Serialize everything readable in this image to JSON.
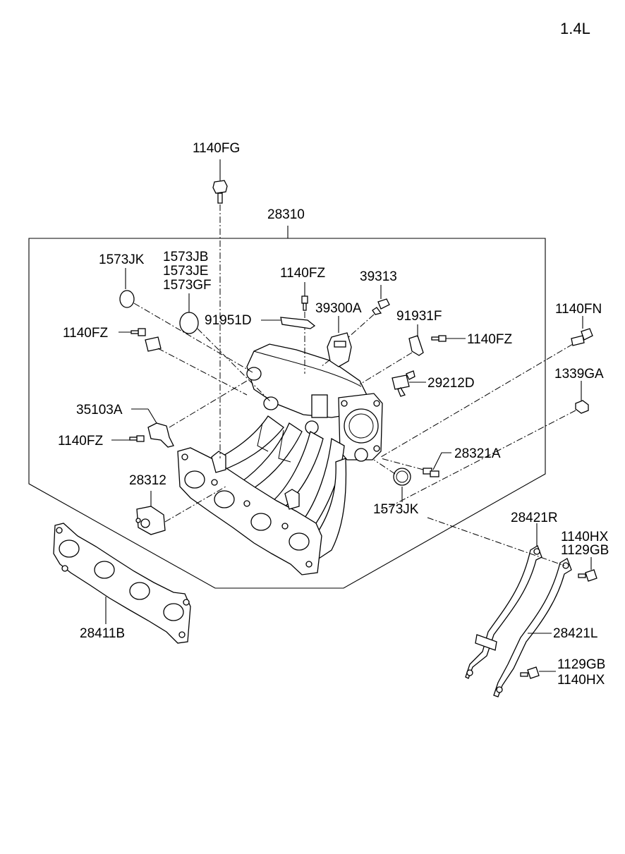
{
  "engine_label": "1.4L",
  "labels": {
    "p1140FG": "1140FG",
    "p28310": "28310",
    "p1573JK_a": "1573JK",
    "p1573JB": "1573JB",
    "p1573JE": "1573JE",
    "p1573GF": "1573GF",
    "p1140FZ_top": "1140FZ",
    "p39313": "39313",
    "p39300A": "39300A",
    "p91951D": "91951D",
    "p91931F": "91931F",
    "p1140FN": "1140FN",
    "p1140FZ_left": "1140FZ",
    "p1140FZ_right": "1140FZ",
    "p29212D": "29212D",
    "p1339GA": "1339GA",
    "p35103A": "35103A",
    "p1140FZ_low": "1140FZ",
    "p28321A": "28321A",
    "p28312": "28312",
    "p1573JK_b": "1573JK",
    "p28421R": "28421R",
    "p1140HX_a": "1140HX",
    "p1129GB_a": "1129GB",
    "p28421L": "28421L",
    "p1129GB_b": "1129GB",
    "p1140HX_b": "1140HX",
    "p28411B": "28411B"
  }
}
